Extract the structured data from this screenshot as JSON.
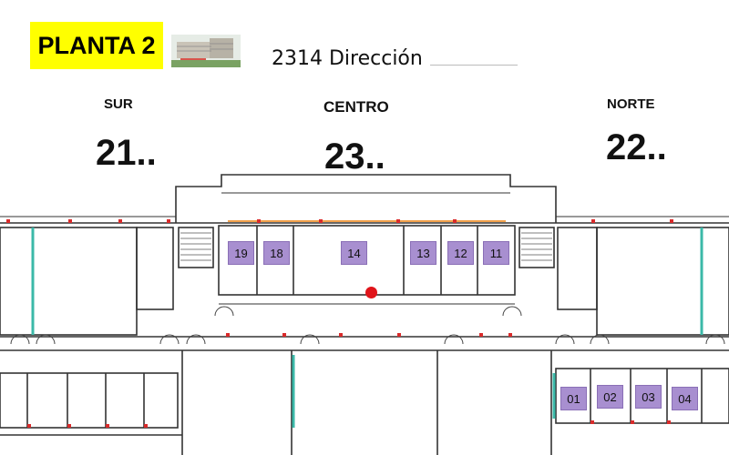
{
  "header": {
    "floor_label": "PLANTA 2",
    "room_title": "2314 Dirección"
  },
  "wings": [
    {
      "key": "sur",
      "name": "SUR",
      "code": "21.."
    },
    {
      "key": "centro",
      "name": "CENTRO",
      "code": "23.."
    },
    {
      "key": "norte",
      "name": "NORTE",
      "code": "22.."
    }
  ],
  "rooms": [
    "19",
    "18",
    "14",
    "13",
    "12",
    "11",
    "01",
    "02",
    "03",
    "04"
  ],
  "colors": {
    "label_bg": "#ffff00",
    "room_fill": "#a88fd0",
    "marker": "#e0141a",
    "window": "#3bb9a8"
  },
  "icons": {
    "location_marker": "red-dot",
    "building_thumbnail": "building-photo"
  }
}
